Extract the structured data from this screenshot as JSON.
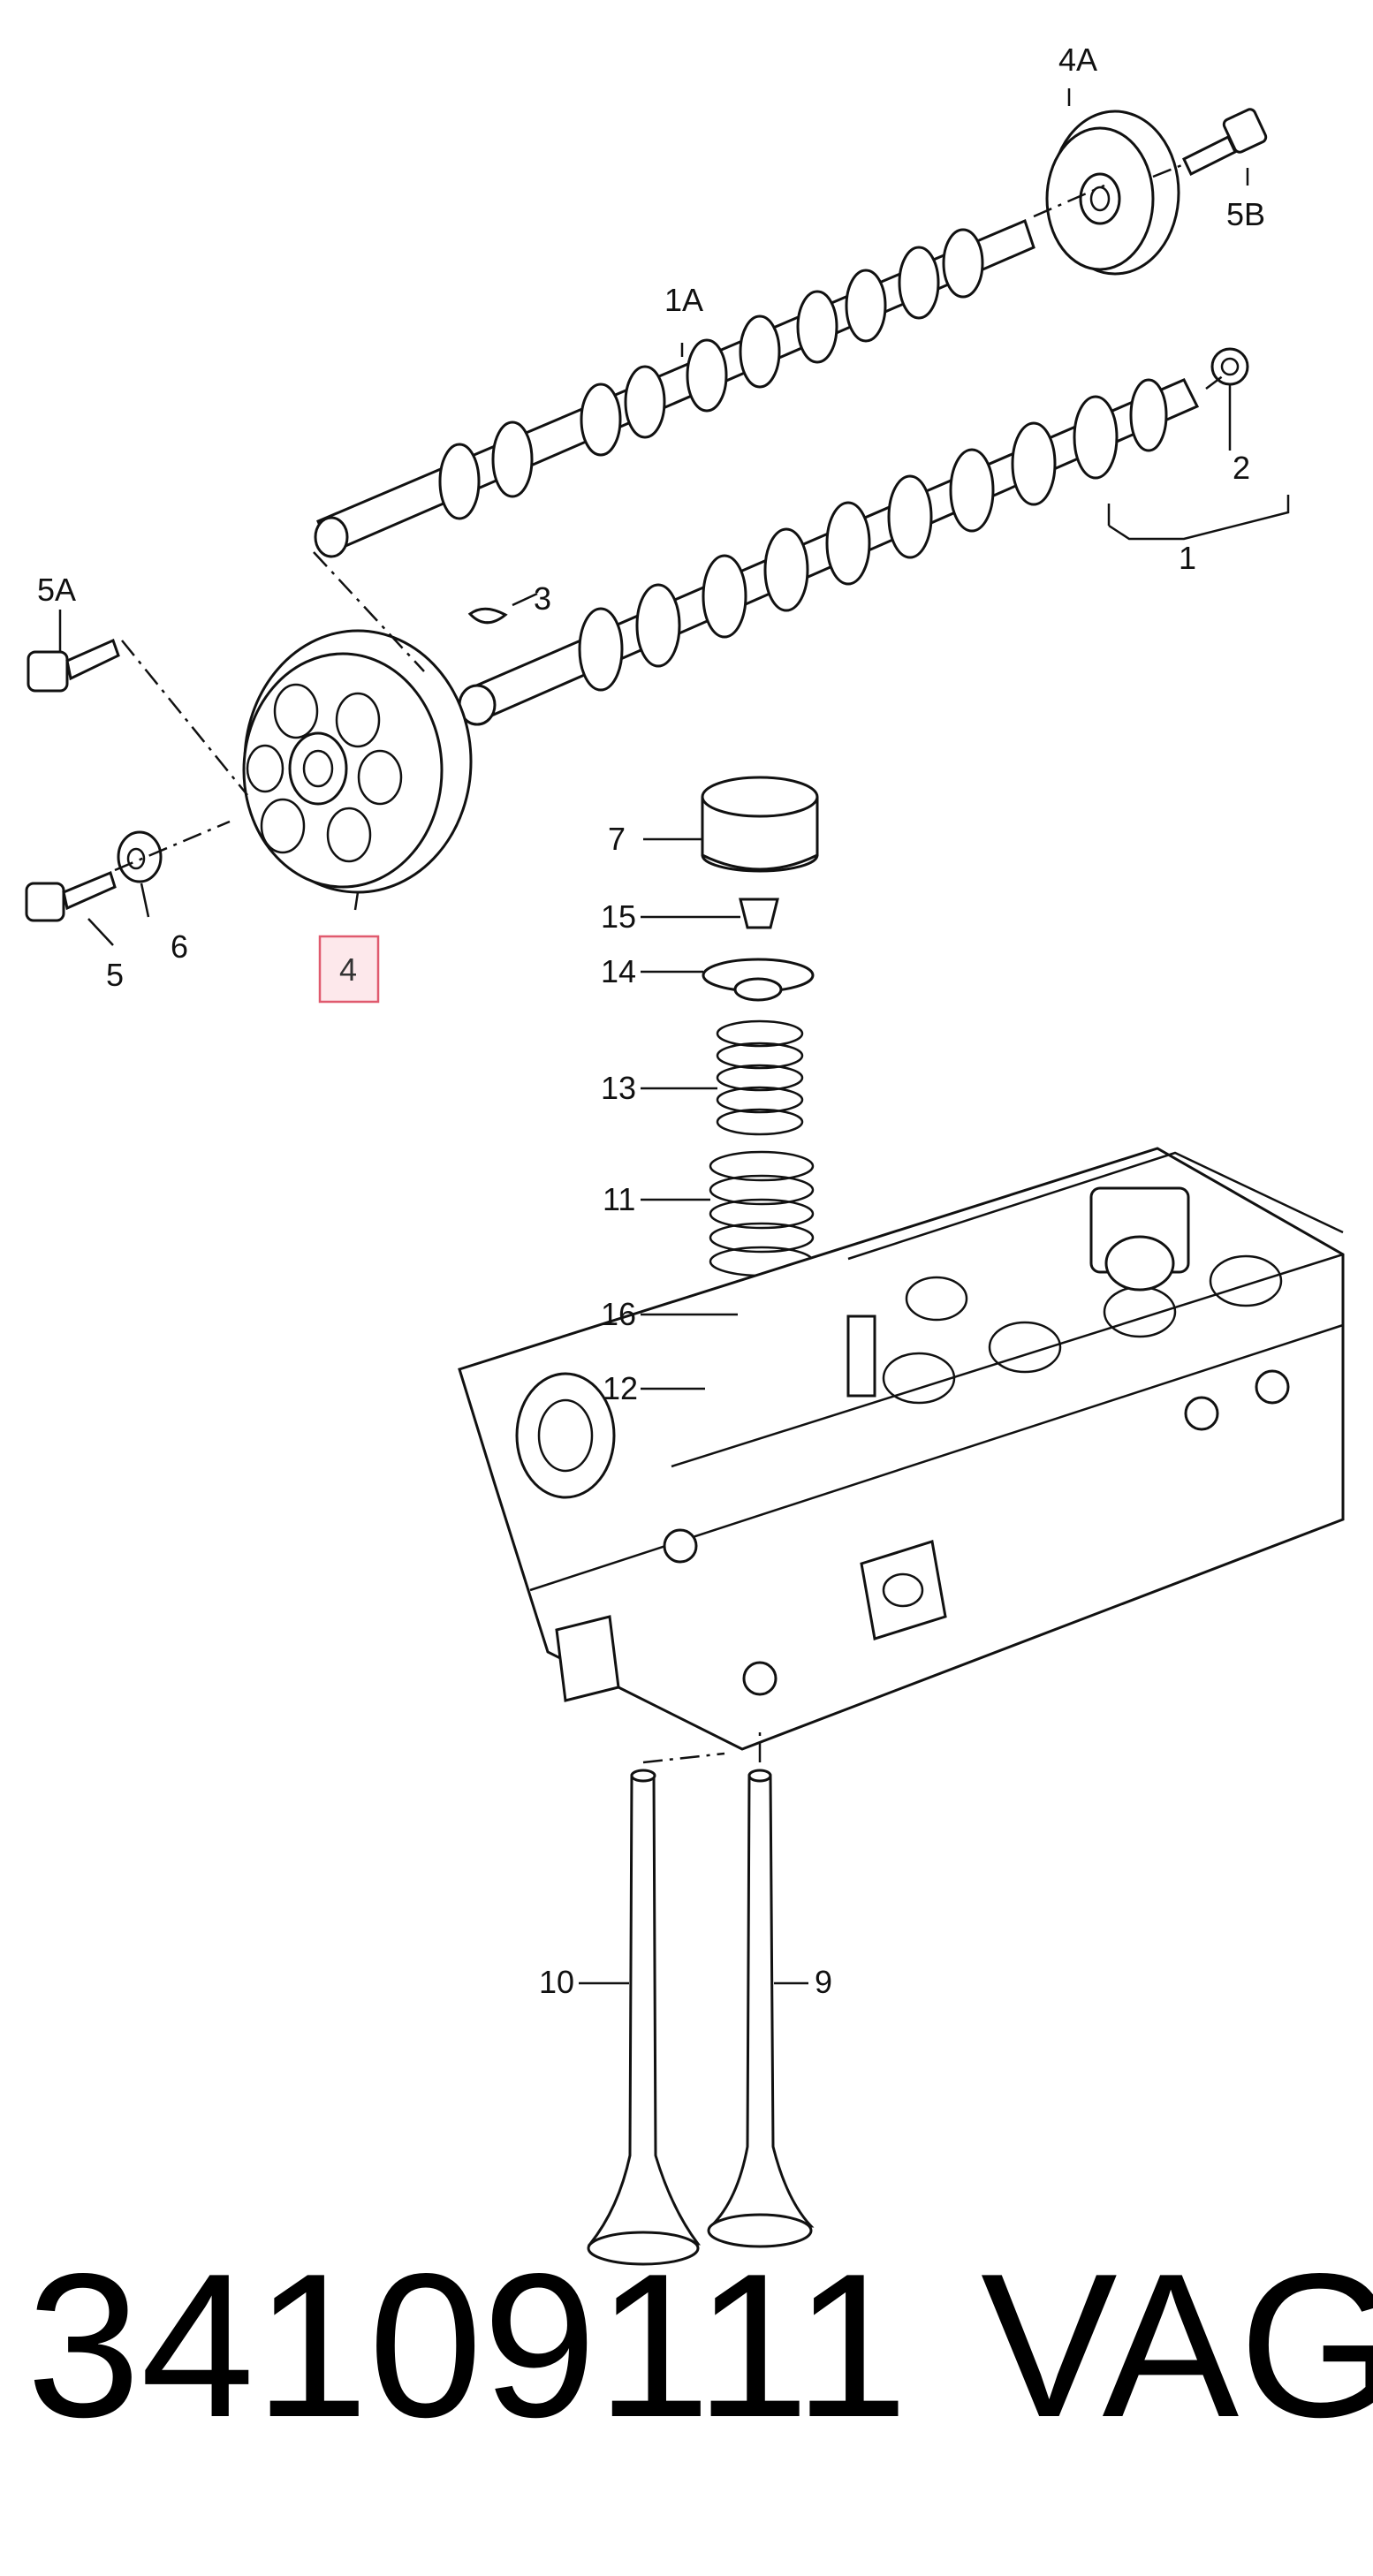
{
  "labels": {
    "p1": "1",
    "p1A": "1A",
    "p2": "2",
    "p3": "3",
    "p4": "4",
    "p4A": "4A",
    "p5": "5",
    "p5A": "5A",
    "p5B": "5B",
    "p6": "6",
    "p7": "7",
    "p9": "9",
    "p10": "10",
    "p11": "11",
    "p12": "12",
    "p13": "13",
    "p14": "14",
    "p15": "15",
    "p16": "16"
  },
  "highlight": {
    "label": "4",
    "color": "#e05a6e"
  },
  "footer": {
    "part_number": "34109111",
    "brand": "VAG"
  }
}
